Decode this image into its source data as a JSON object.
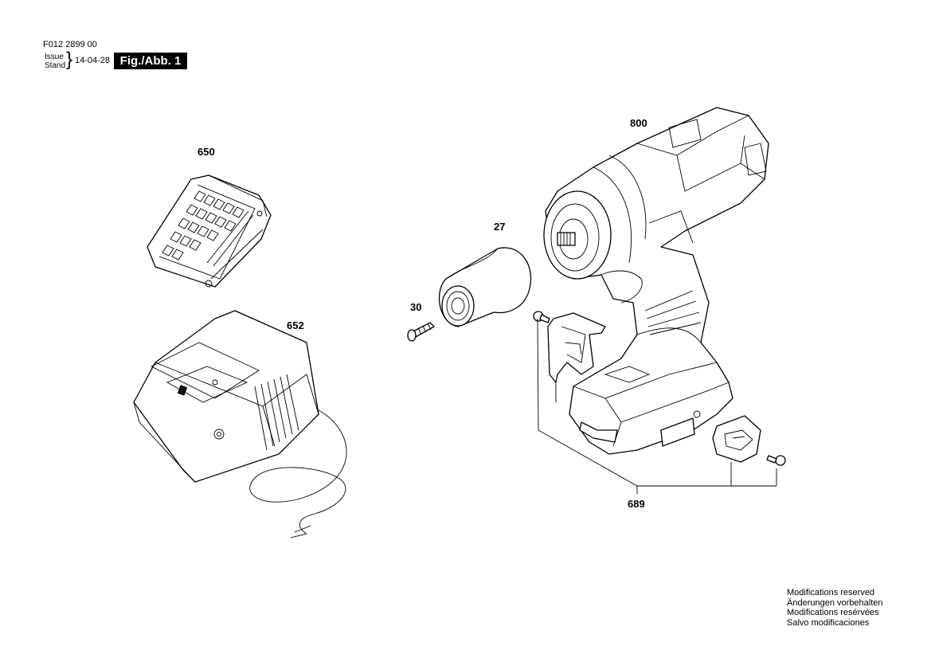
{
  "header": {
    "code": "F012 2899 00",
    "issue_label": "Issue",
    "stand_label": "Stand",
    "date": "14-04-28",
    "figure": "Fig./Abb. 1"
  },
  "parts": [
    {
      "id": "650"
    },
    {
      "id": "652"
    },
    {
      "id": "27"
    },
    {
      "id": "30"
    },
    {
      "id": "800"
    },
    {
      "id": "689"
    }
  ],
  "notes": [
    "Modifications reserved",
    "Änderungen vorbehalten",
    "Modifications resérvées",
    "Salvo modificaciones"
  ],
  "icons": [
    "battery-pack-illustration",
    "charger-illustration",
    "chuck-illustration",
    "screw-illustration",
    "drill-illustration",
    "belt-clip-illustration",
    "bit-holder-illustration"
  ]
}
